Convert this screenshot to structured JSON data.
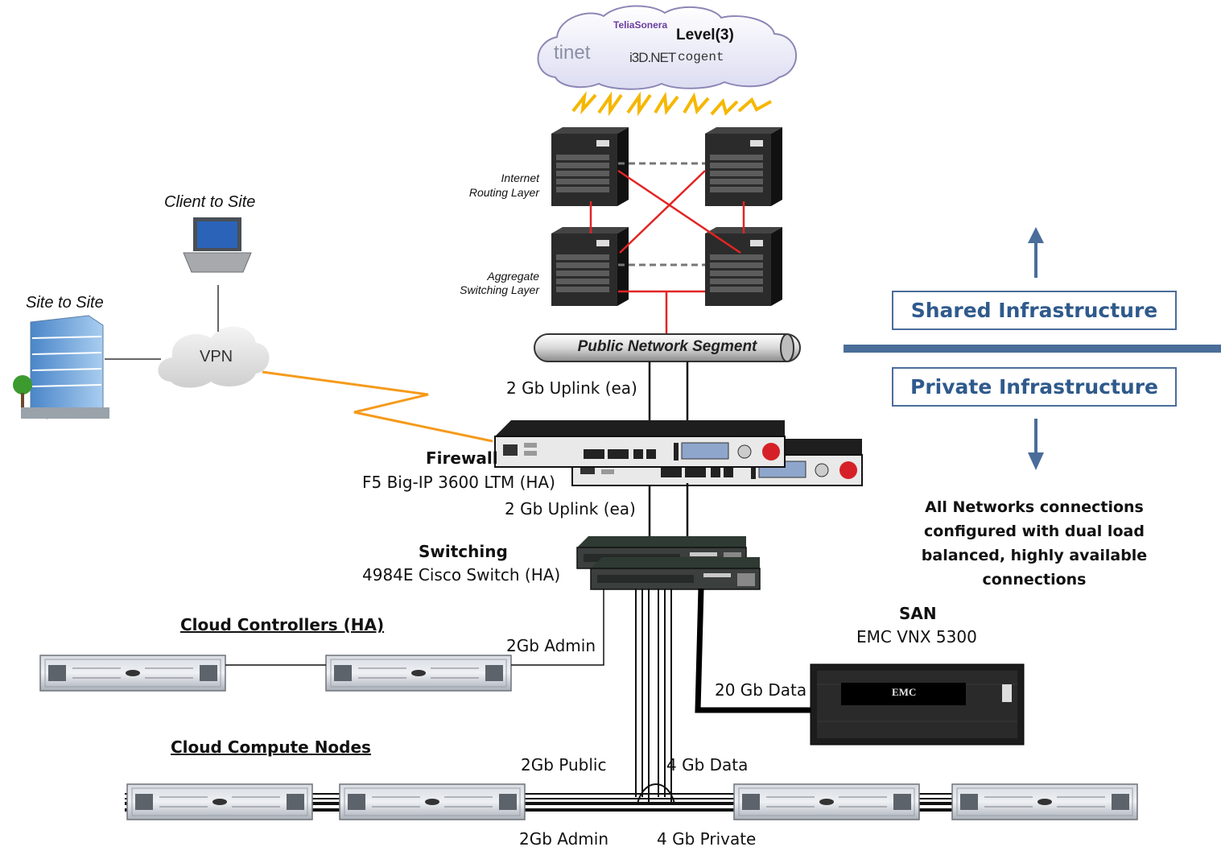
{
  "isps": [
    "TeliaSonera",
    "Level(3)",
    "tinet",
    "i3D.NET",
    "cogent"
  ],
  "layers": {
    "routing": [
      "Internet",
      "Routing Layer"
    ],
    "aggregate": [
      "Aggregate",
      "Switching Layer"
    ],
    "public_segment": "Public Network Segment"
  },
  "remote": {
    "client_to_site": "Client to Site",
    "site_to_site": "Site to Site",
    "vpn": "VPN"
  },
  "links": {
    "uplink_top": "2 Gb Uplink (ea)",
    "uplink_mid": "2 Gb Uplink  (ea)",
    "admin_controllers": "2Gb Admin",
    "san_data": "20 Gb Data",
    "compute_public": "2Gb Public",
    "compute_data": "4 Gb Data",
    "compute_admin": "2Gb Admin",
    "compute_private": "4 Gb Private"
  },
  "devices": {
    "firewall_title": "Firewall",
    "firewall_model": "F5 Big-IP 3600 LTM (HA)",
    "switching_title": "Switching",
    "switching_model": "4984E Cisco Switch (HA)",
    "san_title": "SAN",
    "san_model": "EMC VNX 5300",
    "san_brand": "EMC",
    "controllers_title": "Cloud Controllers (HA)",
    "compute_title": "Cloud Compute Nodes"
  },
  "infrastructure": {
    "shared": "Shared Infrastructure",
    "private": "Private Infrastructure",
    "note": [
      "All Networks connections",
      "configured with dual load",
      "balanced, highly available",
      "connections"
    ],
    "accent": "#4a6d9a"
  }
}
